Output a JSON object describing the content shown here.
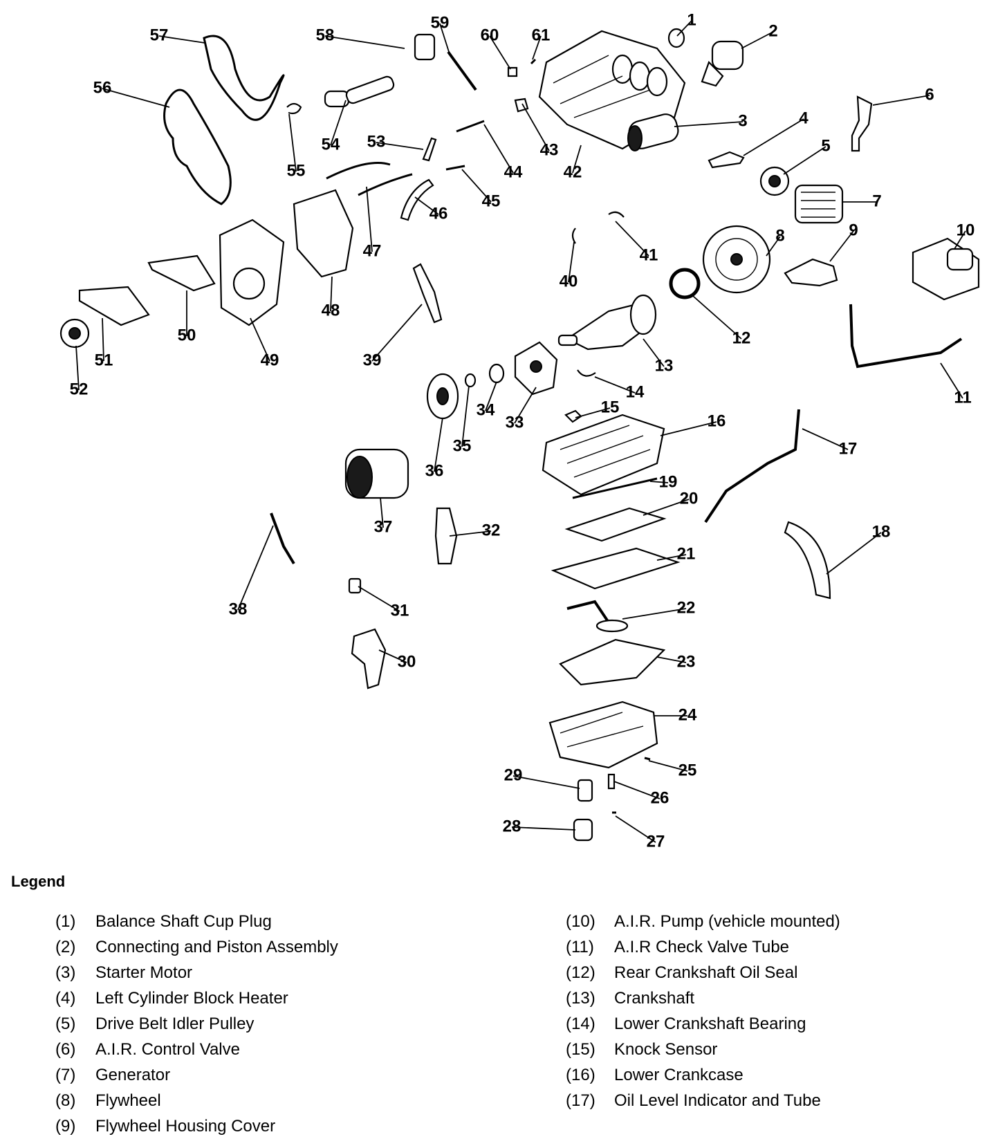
{
  "diagram": {
    "callouts": [
      "1",
      "2",
      "3",
      "4",
      "5",
      "6",
      "7",
      "8",
      "9",
      "10",
      "11",
      "12",
      "13",
      "14",
      "15",
      "16",
      "17",
      "18",
      "19",
      "20",
      "21",
      "22",
      "23",
      "24",
      "25",
      "26",
      "27",
      "28",
      "29",
      "30",
      "31",
      "32",
      "33",
      "34",
      "35",
      "36",
      "37",
      "38",
      "39",
      "40",
      "41",
      "42",
      "43",
      "44",
      "45",
      "46",
      "47",
      "48",
      "49",
      "50",
      "51",
      "52",
      "53",
      "54",
      "55",
      "56",
      "57",
      "58",
      "59",
      "60",
      "61"
    ]
  },
  "legend": {
    "title": "Legend",
    "left_column": [
      {
        "number": "(1)",
        "label": "Balance Shaft Cup Plug"
      },
      {
        "number": "(2)",
        "label": "Connecting and Piston Assembly"
      },
      {
        "number": "(3)",
        "label": "Starter Motor"
      },
      {
        "number": "(4)",
        "label": "Left Cylinder Block Heater"
      },
      {
        "number": "(5)",
        "label": "Drive Belt Idler Pulley"
      },
      {
        "number": "(6)",
        "label": "A.I.R. Control Valve"
      },
      {
        "number": "(7)",
        "label": "Generator"
      },
      {
        "number": "(8)",
        "label": "Flywheel"
      },
      {
        "number": "(9)",
        "label": "Flywheel Housing Cover"
      }
    ],
    "right_column": [
      {
        "number": "(10)",
        "label": "A.I.R. Pump (vehicle mounted)"
      },
      {
        "number": "(11)",
        "label": "A.I.R Check Valve Tube"
      },
      {
        "number": "(12)",
        "label": "Rear Crankshaft Oil Seal"
      },
      {
        "number": "(13)",
        "label": "Crankshaft"
      },
      {
        "number": "(14)",
        "label": "Lower Crankshaft Bearing"
      },
      {
        "number": "(15)",
        "label": "Knock Sensor"
      },
      {
        "number": "(16)",
        "label": "Lower Crankcase"
      },
      {
        "number": "(17)",
        "label": "Oil Level Indicator and Tube"
      }
    ]
  }
}
